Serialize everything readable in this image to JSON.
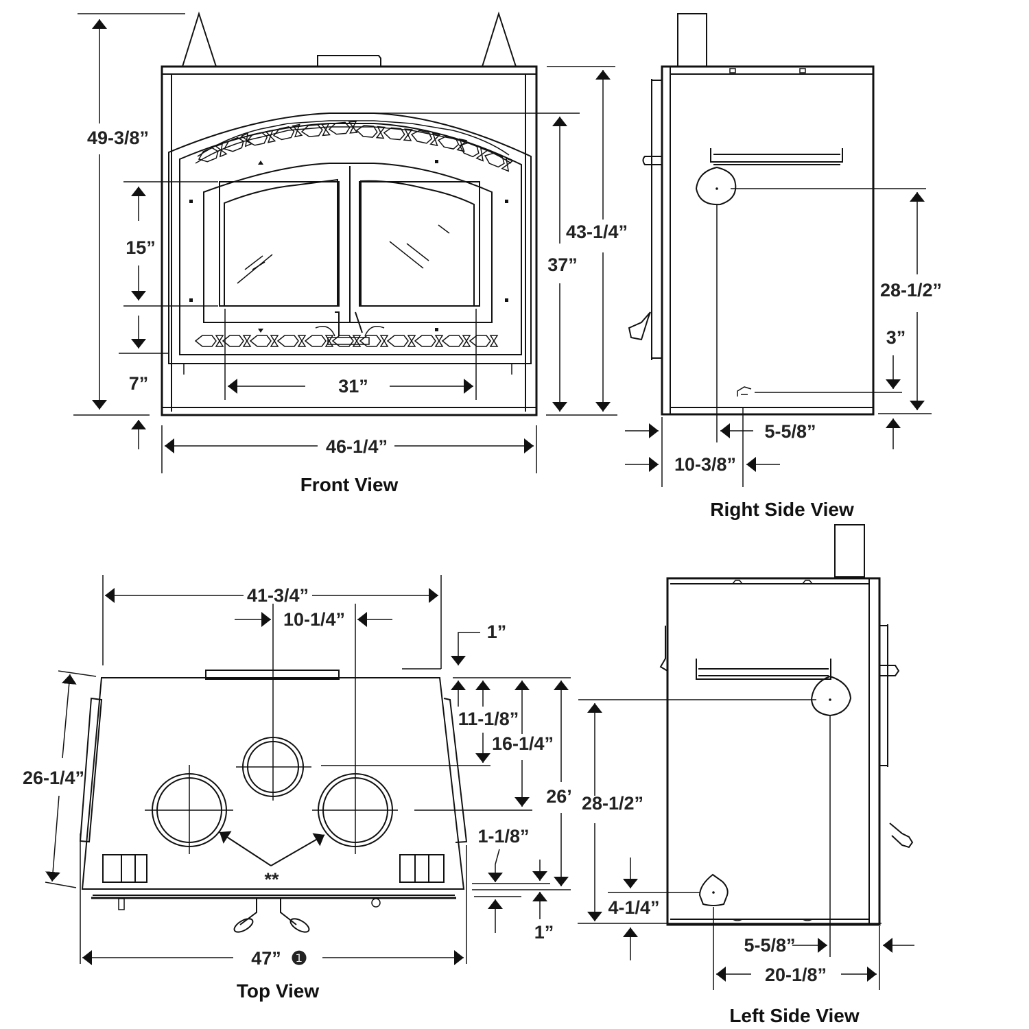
{
  "diagram": {
    "type": "dimensional-drawing",
    "subject": "fireplace insert",
    "views": {
      "front": {
        "label": "Front View",
        "dimensions": {
          "overall_height": "49-3/8”",
          "door_opening_height": "15”",
          "base_to_opening": "7”",
          "glass_width": "31”",
          "overall_width": "46-1/4”",
          "height_to_top_flange": "43-1/4”",
          "height_to_arch": "37”"
        }
      },
      "right_side": {
        "label": "Right Side View",
        "dimensions": {
          "knockout_height": "28-1/2”",
          "lower_offset": "3”",
          "knockout_from_back": "5-5/8”",
          "lower_from_back": "10-3/8”"
        }
      },
      "top": {
        "label": "Top View",
        "footnote_marker": "❶",
        "asterisk_note": "**",
        "dimensions": {
          "rear_width": "41-3/4”",
          "collar_spacing": "10-1/4”",
          "top_offset": "1”",
          "depth_to_center_collar": "11-1/8”",
          "depth_to_side_collars": "16-1/4”",
          "overall_depth": "26’",
          "side_depth": "26-1/4”",
          "front_offset": "1-1/8”",
          "bottom_offset": "1”",
          "front_width": "47”"
        }
      },
      "left_side": {
        "label": "Left Side View",
        "dimensions": {
          "knockout_height": "28-1/2”",
          "lower_knockout_height": "4-1/4”",
          "knockout_from_back": "5-5/8”",
          "lower_from_back": "20-1/8”"
        }
      }
    }
  }
}
